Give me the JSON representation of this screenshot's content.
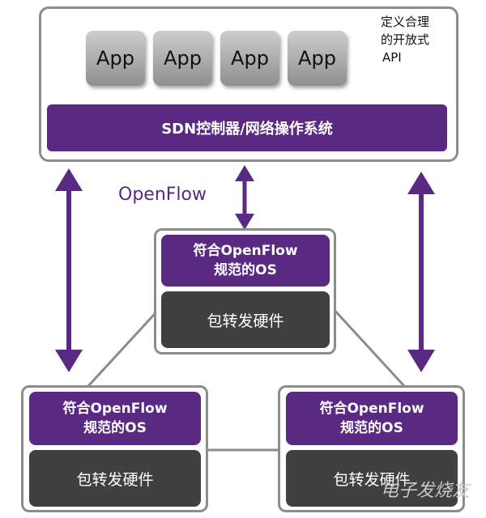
{
  "top": {
    "apps": [
      "App",
      "App",
      "App",
      "App"
    ],
    "api_label_line1": "定义合理",
    "api_label_line2": "的开放式",
    "api_label_line3": "API",
    "controller": "SDN控制器/网络操作系统"
  },
  "protocol_label": "OpenFlow",
  "switches": [
    {
      "os_line1": "符合OpenFlow",
      "os_line2": "规范的OS",
      "hardware": "包转发硬件"
    },
    {
      "os_line1": "符合OpenFlow",
      "os_line2": "规范的OS",
      "hardware": "包转发硬件"
    },
    {
      "os_line1": "符合OpenFlow",
      "os_line2": "规范的OS",
      "hardware": "包转发硬件"
    }
  ],
  "watermark": "电子发烧友",
  "colors": {
    "purple": "#5a2a82",
    "gray_border": "#8c8c8c",
    "hardware": "#404040"
  }
}
